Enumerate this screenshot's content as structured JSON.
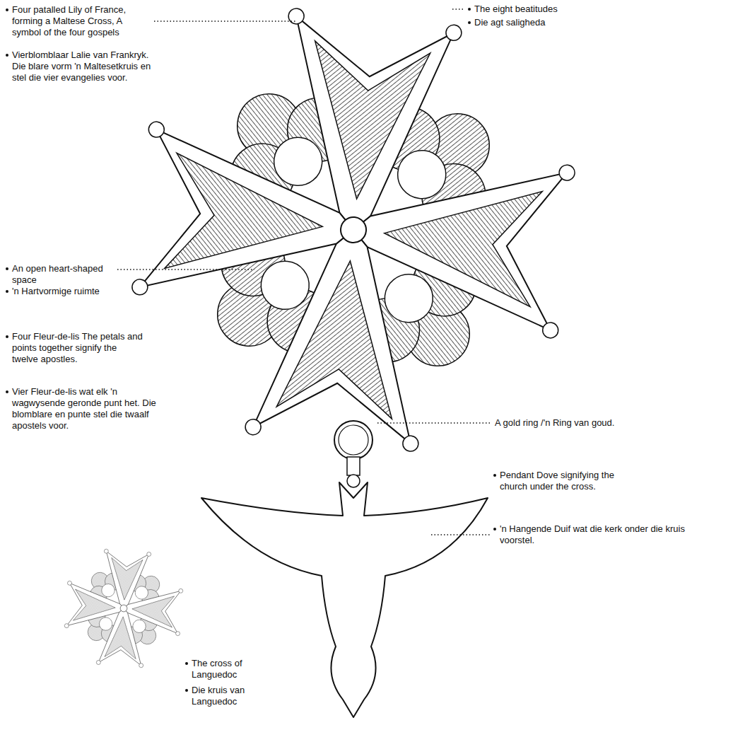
{
  "diagram": {
    "labels": [
      "The eight beatitudes",
      "Die agt saligheda",
      "Four patalled Lily of France, forming a Maltese Cross, A symbol of the four gospels",
      "Vierblomblaar Lalie van Frankryk. Die blare vorm 'n Maltesetkruis en stel die vier evangelies voor.",
      "An open heart-shaped space",
      "'n Hartvormige ruimte",
      "Four Fleur-de-lis The petals and points together signify the twelve apostles.",
      "Vier Fleur-de-lis wat elk 'n wagwysende geronde punt het. Die blomblare en punte stel die twaalf apostels voor.",
      "A gold ring /'n Ring van goud.",
      "Pendant Dove signifying the church under the cross.",
      "'n Hangende Duif wat die kerk onder die kruis voorstel.",
      "The cross of Languedoc",
      "Die kruis van Languedoc"
    ]
  }
}
